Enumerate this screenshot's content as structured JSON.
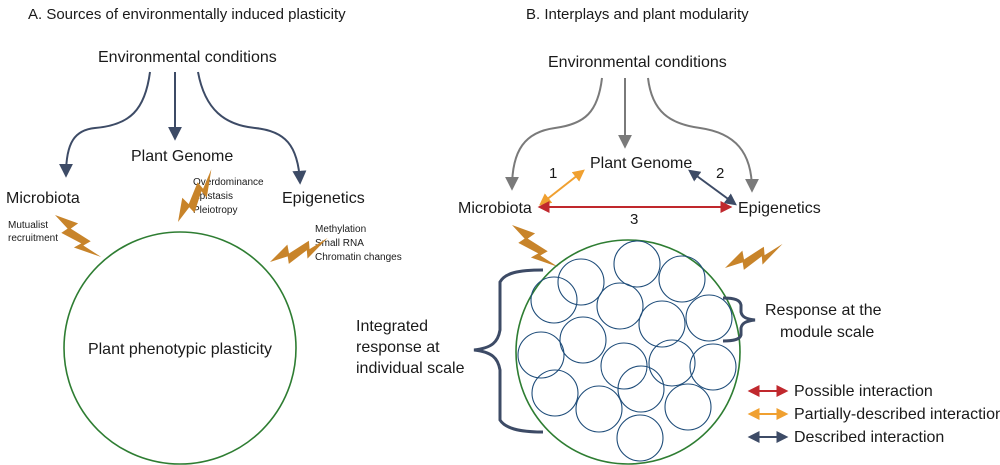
{
  "panel_a": {
    "title": "A. Sources of environmentally induced plasticity",
    "environment": "Environmental conditions",
    "genome": "Plant Genome",
    "microbiota": "Microbiota",
    "epigenetics": "Epigenetics",
    "microbiota_notes": [
      "Mutualist",
      "recruitment"
    ],
    "genome_notes": [
      "Overdominance",
      "Epistasis",
      "Pleiotropy"
    ],
    "epigenetics_notes": [
      "Methylation",
      "Small RNA",
      "Chromatin changes"
    ],
    "circle_label": "Plant phenotypic plasticity"
  },
  "panel_b": {
    "title": "B. Interplays and plant modularity",
    "environment": "Environmental conditions",
    "genome": "Plant Genome",
    "microbiota": "Microbiota",
    "epigenetics": "Epigenetics",
    "numbers": [
      "1",
      "2",
      "3"
    ],
    "integrated_label": [
      "Integrated",
      "response at",
      "individual scale"
    ],
    "module_label": [
      "Response at the",
      "module  scale"
    ]
  },
  "legend": {
    "items": [
      {
        "label": "Possible interaction",
        "color": "#c0282d"
      },
      {
        "label": "Partially-described interaction",
        "color": "#f0a030"
      },
      {
        "label": "Described interaction",
        "color": "#3d4b66"
      }
    ]
  },
  "colors": {
    "navy": "#3d4b66",
    "gray": "#7a7a7a",
    "green": "#2e7d32",
    "bolt": "#c8842a",
    "red": "#c0282d",
    "orange": "#f0a030"
  }
}
